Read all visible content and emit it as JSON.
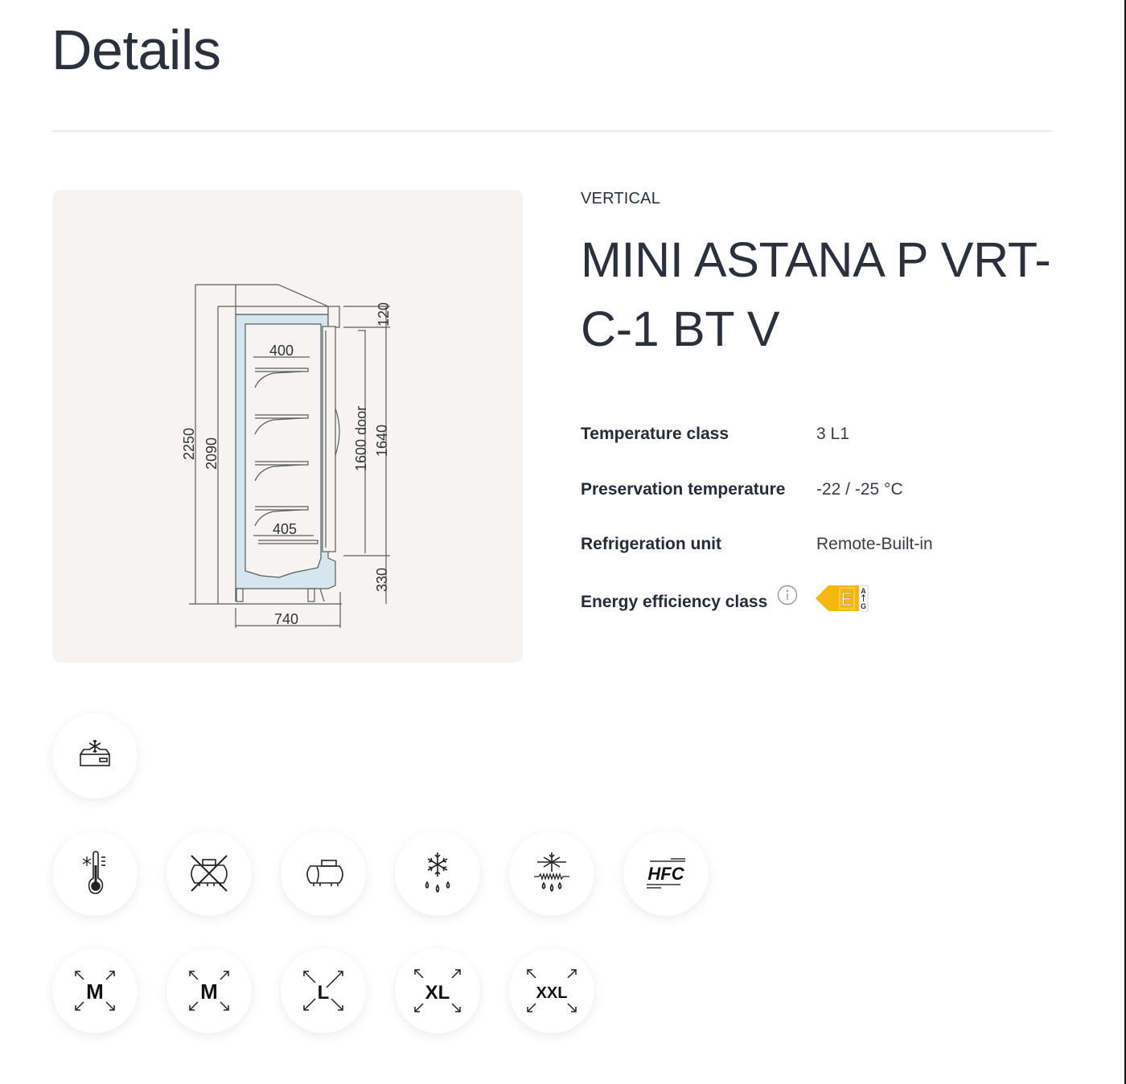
{
  "page": {
    "title": "Details"
  },
  "product": {
    "category": "VERTICAL",
    "name": "MINI ASTANA P VRT-C-1 BT V",
    "name_line1": "MINI ASTANA P VRT-",
    "name_line2": "C-1 BT V"
  },
  "drawing": {
    "dimensions": {
      "total_height": "2250",
      "cabinet_height": "2090",
      "top_canopy": "120",
      "shelf_top_depth": "400",
      "shelf_bottom_depth": "405",
      "door_height": "1600 door",
      "opening_height": "1640",
      "base_height": "330",
      "width": "740"
    },
    "colors": {
      "background": "#f5f4f2",
      "insulation": "#d5e6ee",
      "line": "#5a5a5a"
    }
  },
  "specs": [
    {
      "label": "Temperature class",
      "value": "3 L1"
    },
    {
      "label": "Preservation temperature",
      "value": "-22 / -25 °C"
    },
    {
      "label": "Refrigeration unit",
      "value": "Remote-Built-in"
    },
    {
      "label": "Energy efficiency class",
      "value": "E",
      "icon": "info-icon",
      "scale_top": "A",
      "scale_bottom": "G",
      "badge_color": "#f5b80f"
    }
  ],
  "feature_icons": {
    "row1": [
      {
        "name": "plug-in-freezer-unit-icon"
      }
    ],
    "row2": [
      {
        "name": "thermometer-low-temp-icon"
      },
      {
        "name": "no-remote-tank-icon"
      },
      {
        "name": "tank-icon"
      },
      {
        "name": "defrost-drip-icon"
      },
      {
        "name": "defrost-heater-drip-icon"
      },
      {
        "name": "hfc-refrigerant-icon",
        "label": "HFC"
      }
    ],
    "row3": [
      {
        "name": "size-m-icon",
        "label": "M"
      },
      {
        "name": "size-m-icon",
        "label": "M"
      },
      {
        "name": "size-l-icon",
        "label": "L"
      },
      {
        "name": "size-xl-icon",
        "label": "XL"
      },
      {
        "name": "size-xxl-icon",
        "label": "XXL"
      }
    ]
  }
}
